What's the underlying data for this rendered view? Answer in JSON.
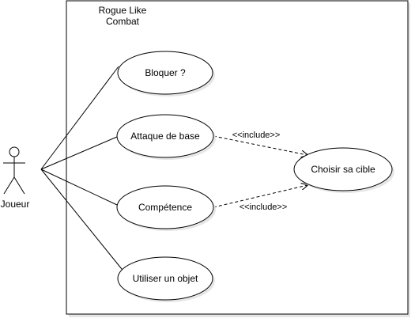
{
  "system": {
    "title_line1": "Rogue Like",
    "title_line2": "Combat"
  },
  "actor": {
    "name": "Joueur"
  },
  "use_cases": {
    "block": "Bloquer ?",
    "basic_attack": "Attaque de base",
    "skill": "Compétence",
    "use_item": "Utiliser un objet",
    "choose_target": "Choisir sa cible"
  },
  "relations": {
    "include_1": "<<include>>",
    "include_2": "<<include>>"
  },
  "colors": {
    "stroke": "#000000",
    "fill": "#ffffff",
    "shadow": "#e6e6e6"
  }
}
